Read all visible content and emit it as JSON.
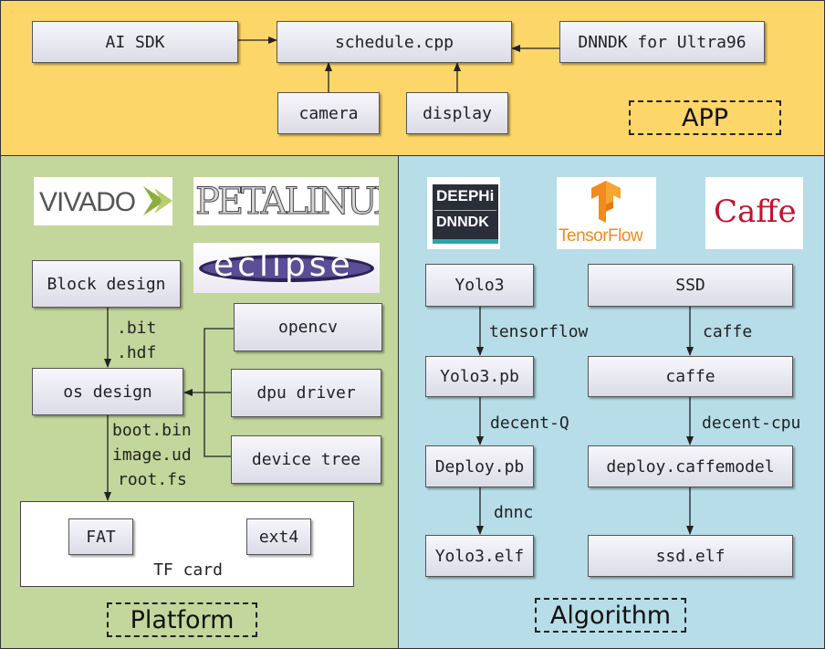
{
  "app": {
    "label": "APP",
    "ai_sdk": "AI SDK",
    "schedule": "schedule.cpp",
    "dnndk": "DNNDK for Ultra96",
    "camera": "camera",
    "display": "display"
  },
  "platform": {
    "label": "Platform",
    "logos": {
      "vivado": "VIVADO",
      "petalinux": "PETALINUX",
      "eclipse": "eclipse"
    },
    "block_design": "Block design",
    "os_design": "os design",
    "opencv": "opencv",
    "dpu_driver": "dpu driver",
    "device_tree": "device tree",
    "edge_bitstream": [
      ".bit",
      ".hdf"
    ],
    "edge_images": [
      "boot.bin",
      "image.ud",
      "root.fs"
    ],
    "tf_card": {
      "fat": "FAT",
      "ext4": "ext4",
      "label": "TF card"
    }
  },
  "algorithm": {
    "label": "Algorithm",
    "logos": {
      "deephi": "DEEPHi",
      "dnndk": "DNNDK",
      "tensorflow": "TensorFlow",
      "caffe": "Caffe"
    },
    "yolo3": "Yolo3",
    "yolo3_pb": "Yolo3.pb",
    "deploy_pb": "Deploy.pb",
    "yolo3_elf": "Yolo3.elf",
    "ssd": "SSD",
    "caffe_box": "caffe",
    "deploy_caffemodel": "deploy.caffemodel",
    "ssd_elf": "ssd.elf",
    "edge_tensorflow": "tensorflow",
    "edge_decent_q": "decent-Q",
    "edge_dnnc": "dnnc",
    "edge_caffe": "caffe",
    "edge_decent_cpu": "decent-cpu"
  },
  "colors": {
    "app_bg": "#fcd668",
    "platform_bg": "#c3d69b",
    "algorithm_bg": "#b6dde8",
    "vivado_green": "#8cae3f",
    "tensorflow_orange": "#f08b1d",
    "caffe_red": "#c4122e"
  }
}
